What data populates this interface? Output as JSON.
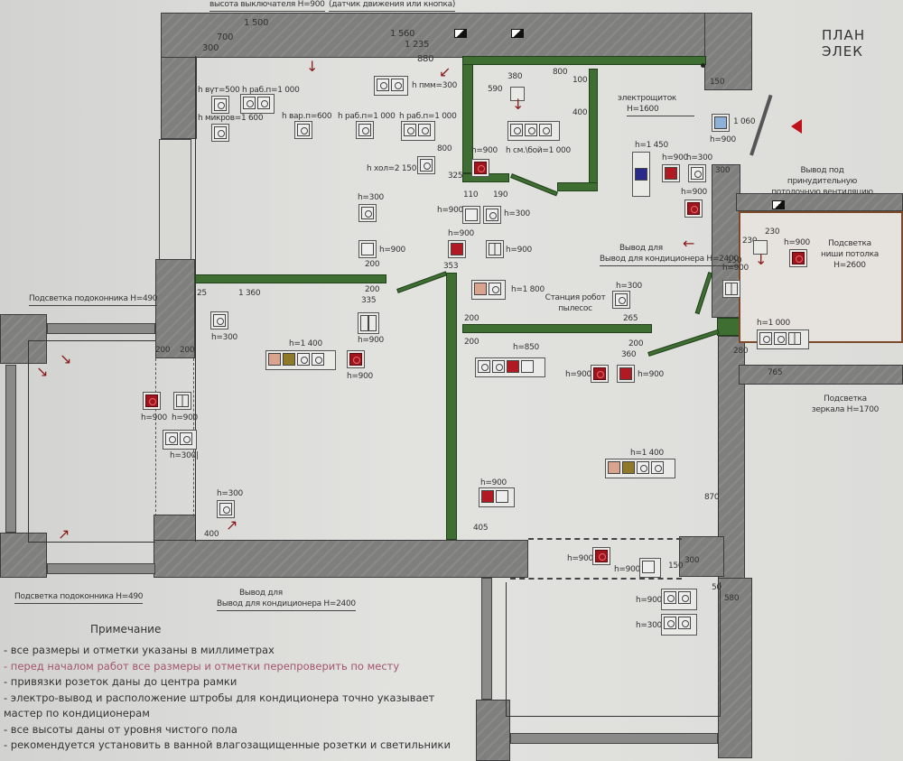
{
  "title": "ПЛАН ЭЛЕК",
  "header_callouts": {
    "top_left": "высота выключателя H=900",
    "motion": "(датчик движения или кнопка)",
    "vent_top": "Вывод под принудительную потолочную вентиляцию",
    "vent_right": "Вывод под принудительную потолочную вентиляцию"
  },
  "dimensions": {
    "top": [
      "1 500",
      "700",
      "300",
      "1 560",
      "1 235",
      "880"
    ],
    "bath": [
      "590",
      "380",
      "800",
      "100",
      "400"
    ],
    "right": [
      "150",
      "1 060",
      "300",
      "230",
      "230",
      "150",
      "280",
      "765"
    ],
    "hall": [
      "325",
      "800",
      "25",
      "110",
      "190",
      "200",
      "353",
      "200",
      "335",
      "1 360",
      "25"
    ],
    "living": [
      "200",
      "200",
      "400"
    ],
    "center": [
      "200",
      "200",
      "265",
      "200",
      "360",
      "405",
      "870"
    ],
    "bottom_right": [
      "150",
      "300",
      "50",
      "580"
    ]
  },
  "kitchen_labels": {
    "hvyt": "h вүт=500",
    "hraboch1": "h раб.п=1 000",
    "hmikr": "h микров=1 600",
    "hvar": "h вар.п=600",
    "hraboch2": "h раб.п=1 000",
    "hraboch3": "h раб.п=1 000",
    "hpmm": "h пмм=300",
    "hhol": "h хол=2 150"
  },
  "bath_labels": {
    "hsm": "h см.\\бой=1 000",
    "panel": "электрощиток",
    "panel_h": "H=1600",
    "h900_a": "h=900"
  },
  "heights": {
    "h1450": "h=1 450",
    "h900": "h=900",
    "h300": "h=300",
    "h1400": "h=1 400",
    "h1800": "h=1 800",
    "h850": "h=850",
    "h1000": "h=1 000",
    "h300b": "h=300|"
  },
  "callouts": {
    "ac_right": "Вывод для кондиционера H=2400",
    "ac_bottom": "Вывод для кондиционера H=2400",
    "sill_top": "Подсветка подоконника H=490",
    "sill_bottom": "Подсветка подоконника H=490",
    "niche": "Подсветка ниши потолка H=2600",
    "mirror": "Подсветка зеркала H=1700",
    "robot": "Станция робот пылесос"
  },
  "notes": {
    "heading": "Примечание",
    "items": [
      "- все размеры и отметки указаны в миллиметрах",
      "- перед началом работ все размеры и отметки перепроверить по месту",
      "- привязки розеток даны до центра рамки",
      "- электро-вывод и расположение штробы для кондиционера точно указывает мастер по кондиционерам",
      "- все высоты даны от уровня чистого пола",
      "- рекомендуется установить в ванной влагозащищенные розетки и светильники"
    ]
  },
  "colors": {
    "wall": "#858583",
    "partition": "#3f6e33",
    "socket_red": "#a0141e",
    "arrow": "#8a1a1a"
  }
}
